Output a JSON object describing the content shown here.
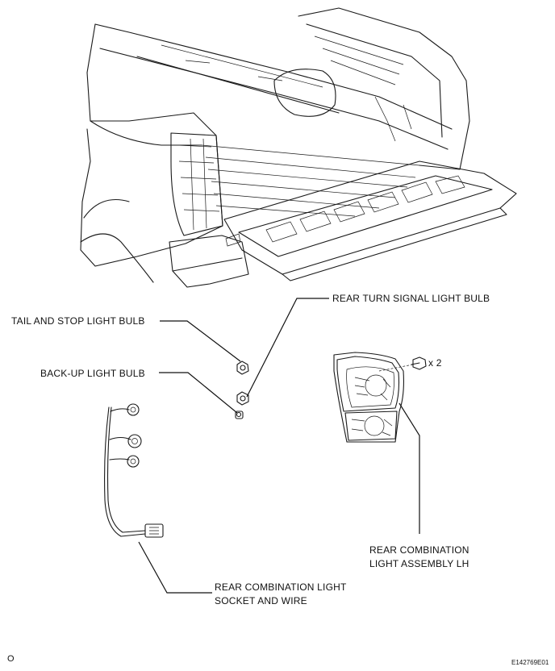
{
  "labels": {
    "rear_turn_signal": "REAR TURN SIGNAL LIGHT BULB",
    "tail_stop": "TAIL AND STOP LIGHT BULB",
    "backup": "BACK-UP LIGHT BULB",
    "bolt_qty": "x 2",
    "assembly_line1": "REAR COMBINATION",
    "assembly_line2": "LIGHT ASSEMBLY LH",
    "socket_line1": "REAR COMBINATION LIGHT",
    "socket_line2": "SOCKET AND WIRE"
  },
  "footer": {
    "left_mark": "O",
    "figure_code": "E142769E01"
  }
}
